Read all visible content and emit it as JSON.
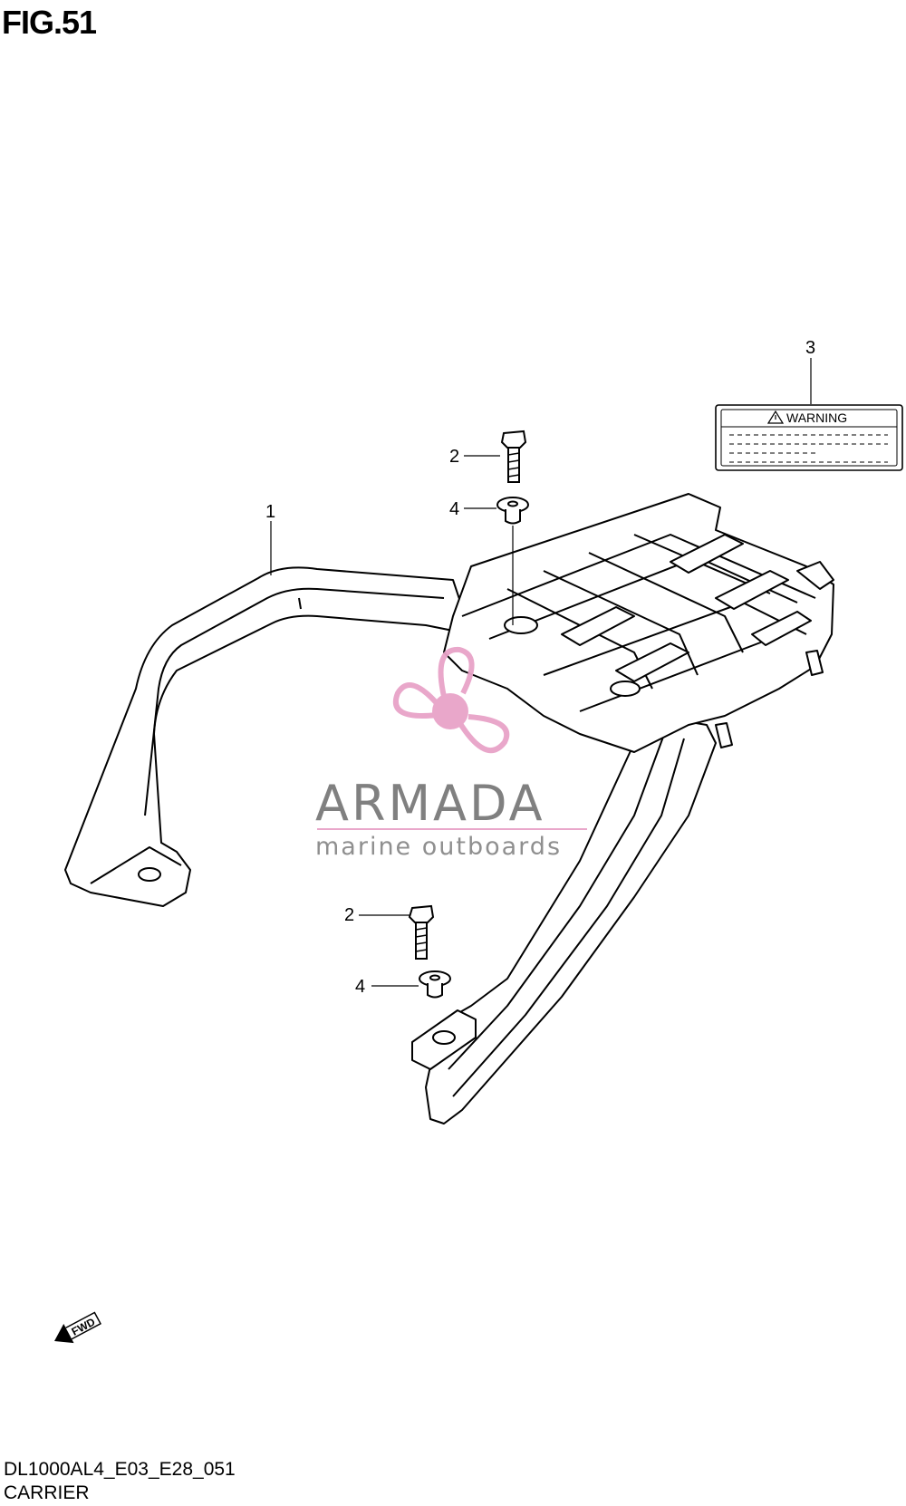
{
  "figure": {
    "title": "FIG.51",
    "code": "DL1000AL4_E03_E28_051",
    "name": "CARRIER"
  },
  "callouts": {
    "carrier": "1",
    "bolt_upper": "2",
    "bolt_lower": "2",
    "label": "3",
    "washer_upper": "4",
    "washer_lower": "4"
  },
  "warning_label": {
    "heading": "WARNING"
  },
  "fwd_arrow": {
    "text": "FWD"
  },
  "watermark": {
    "brand": "ARMADA",
    "tagline": "marine outboards",
    "accent_color": "#e8a3c8",
    "icon": "propeller-icon"
  }
}
